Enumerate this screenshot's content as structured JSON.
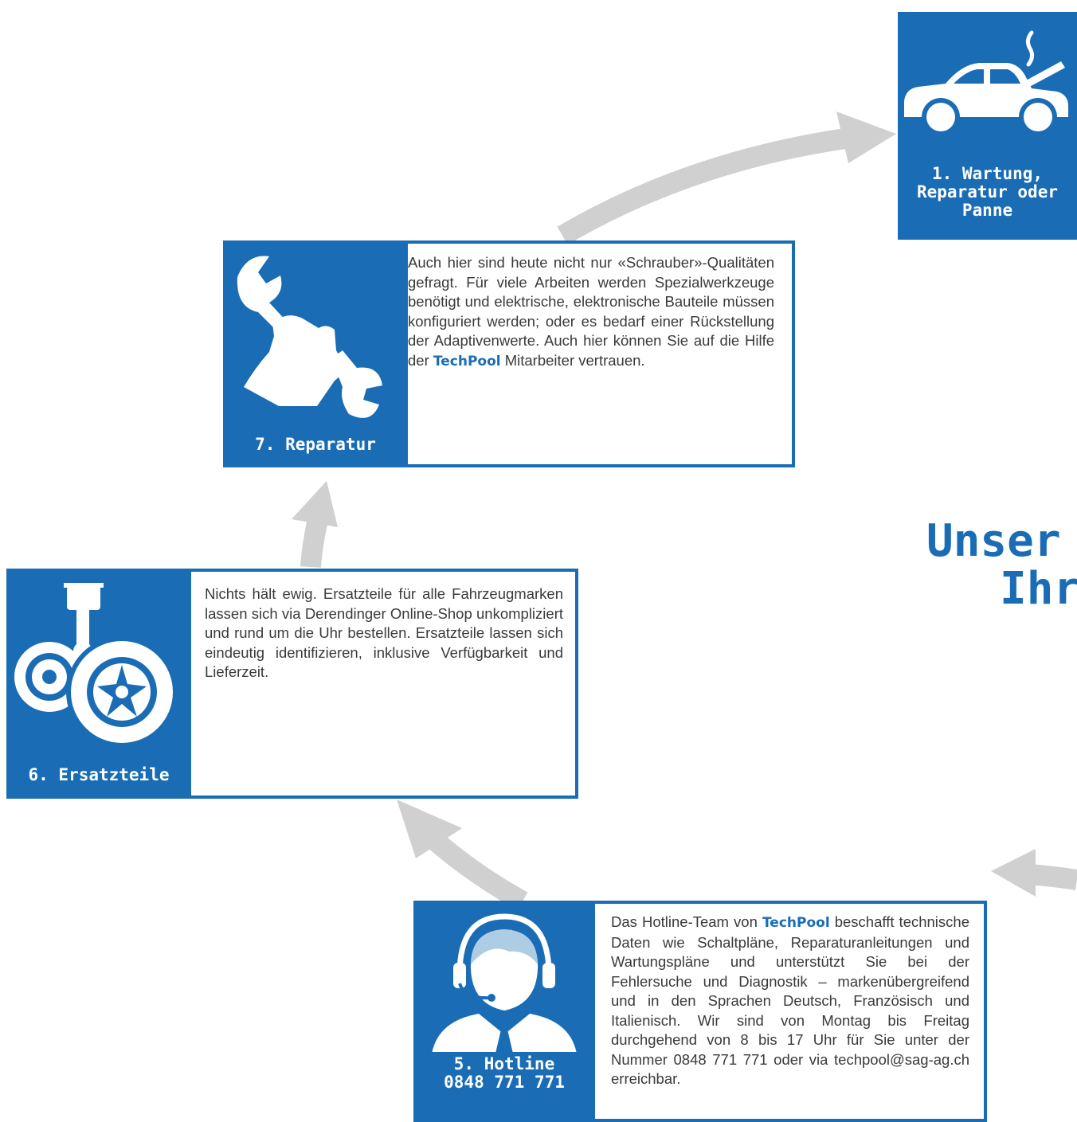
{
  "headline": {
    "line1": "Unser",
    "line2": "Ihr"
  },
  "step1": {
    "label_line1": "1. Wartung,",
    "label_line2": "Reparatur oder",
    "label_line3": "Panne",
    "icon": "car-breakdown-icon"
  },
  "step7": {
    "label": "7. Reparatur",
    "icon": "wrench-hand-icon",
    "text_before": "Auch hier sind heute nicht nur «Schrauber»-Qualitäten gefragt. Für viele Arbeiten werden Spezialwerkzeuge benötigt und elektrische, elektronische Bauteile müssen konfiguriert werden; oder es bedarf einer Rückstellung der Adaptivenwerte.  Auch hier können Sie auf die Hilfe der ",
    "brand": "TechPool",
    "text_after": " Mitarbeiter ver­trauen."
  },
  "step6": {
    "label": "6. Ersatzteile",
    "icon": "spare-parts-icon",
    "text": "Nichts hält ewig. Ersatzteile für alle Fahr­zeugmarken lassen sich via Derendinger On­line-Shop unkompliziert und rund um die Uhr bestellen. Ersatzteile lassen sich eindeutig identifizieren, inklusive Verfügbarkeit und Lieferzeit."
  },
  "step5": {
    "label_line1": "5. Hotline",
    "label_line2": "0848 771 771",
    "icon": "hotline-agent-icon",
    "text_before": "Das Hotline-Team von ",
    "brand": "TechPool",
    "text_after": " beschafft technische Daten wie Schaltpläne, Reparatur­anleitungen und Wartungspläne und unter­stützt Sie bei der Fehlersuche und Diagnostik – markenübergreifend und in den Sprachen Deutsch, Französisch und Italienisch. Wir sind von Montag bis Freitag durchgehend von 8 bis 17 Uhr für Sie unter der Nummer 0848 771 771 oder via techpool@sag-ag.ch erreichbar."
  },
  "colors": {
    "brand_blue": "#1a6db5",
    "arrow_gray": "#d0d0d0",
    "text": "#3a3a3a"
  }
}
